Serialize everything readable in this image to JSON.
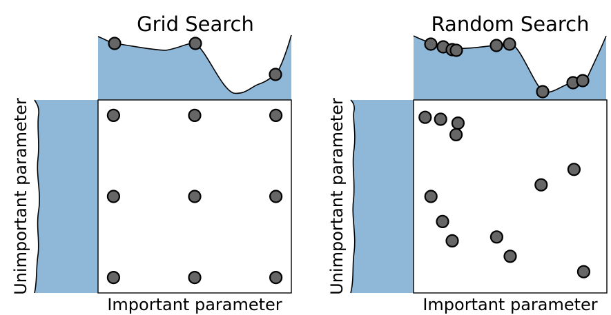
{
  "colors": {
    "area": "#8fb8d8",
    "point": "#666666",
    "outline": "#000000"
  },
  "panels": [
    {
      "title": "Grid Search",
      "xlabel": "Important parameter",
      "ylabel": "Unimportant parameter",
      "points": [
        [
          0.08,
          0.92
        ],
        [
          0.5,
          0.92
        ],
        [
          0.92,
          0.92
        ],
        [
          0.08,
          0.5
        ],
        [
          0.5,
          0.5
        ],
        [
          0.92,
          0.5
        ],
        [
          0.08,
          0.08
        ],
        [
          0.5,
          0.08
        ],
        [
          0.92,
          0.08
        ]
      ]
    },
    {
      "title": "Random Search",
      "xlabel": "Important parameter",
      "ylabel": "Unimportant parameter",
      "points": [
        [
          0.22,
          0.82
        ],
        [
          0.83,
          0.64
        ],
        [
          0.66,
          0.56
        ],
        [
          0.09,
          0.5
        ],
        [
          0.15,
          0.37
        ],
        [
          0.43,
          0.29
        ],
        [
          0.2,
          0.27
        ],
        [
          0.5,
          0.19
        ],
        [
          0.88,
          0.11
        ],
        [
          0.06,
          0.91
        ],
        [
          0.14,
          0.9
        ],
        [
          0.23,
          0.88
        ]
      ]
    }
  ]
}
